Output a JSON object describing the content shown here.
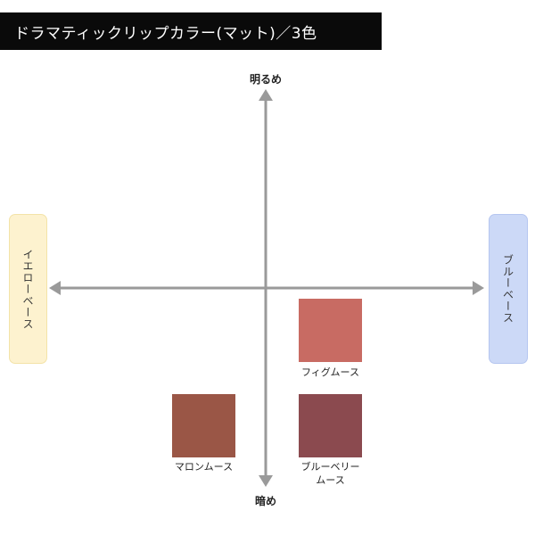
{
  "title": "ドラマティックリップカラー(マット)／3色",
  "axes": {
    "top": "明るめ",
    "bottom": "暗め",
    "left": "イエローベース",
    "right": "ブルーベース"
  },
  "colors": {
    "axis": "#9a9a9a",
    "yellow_base_fill": "#fdf2cf",
    "yellow_base_border": "#f3e3a8",
    "blue_base_fill": "#ccd9f7",
    "blue_base_border": "#b5c6f0"
  },
  "swatches": [
    {
      "name": "フィグムース",
      "color": "#c86b63"
    },
    {
      "name": "マロンムース",
      "color": "#9a5646"
    },
    {
      "name": "ブルーベリー\nムース",
      "color": "#8b4a4f"
    }
  ]
}
